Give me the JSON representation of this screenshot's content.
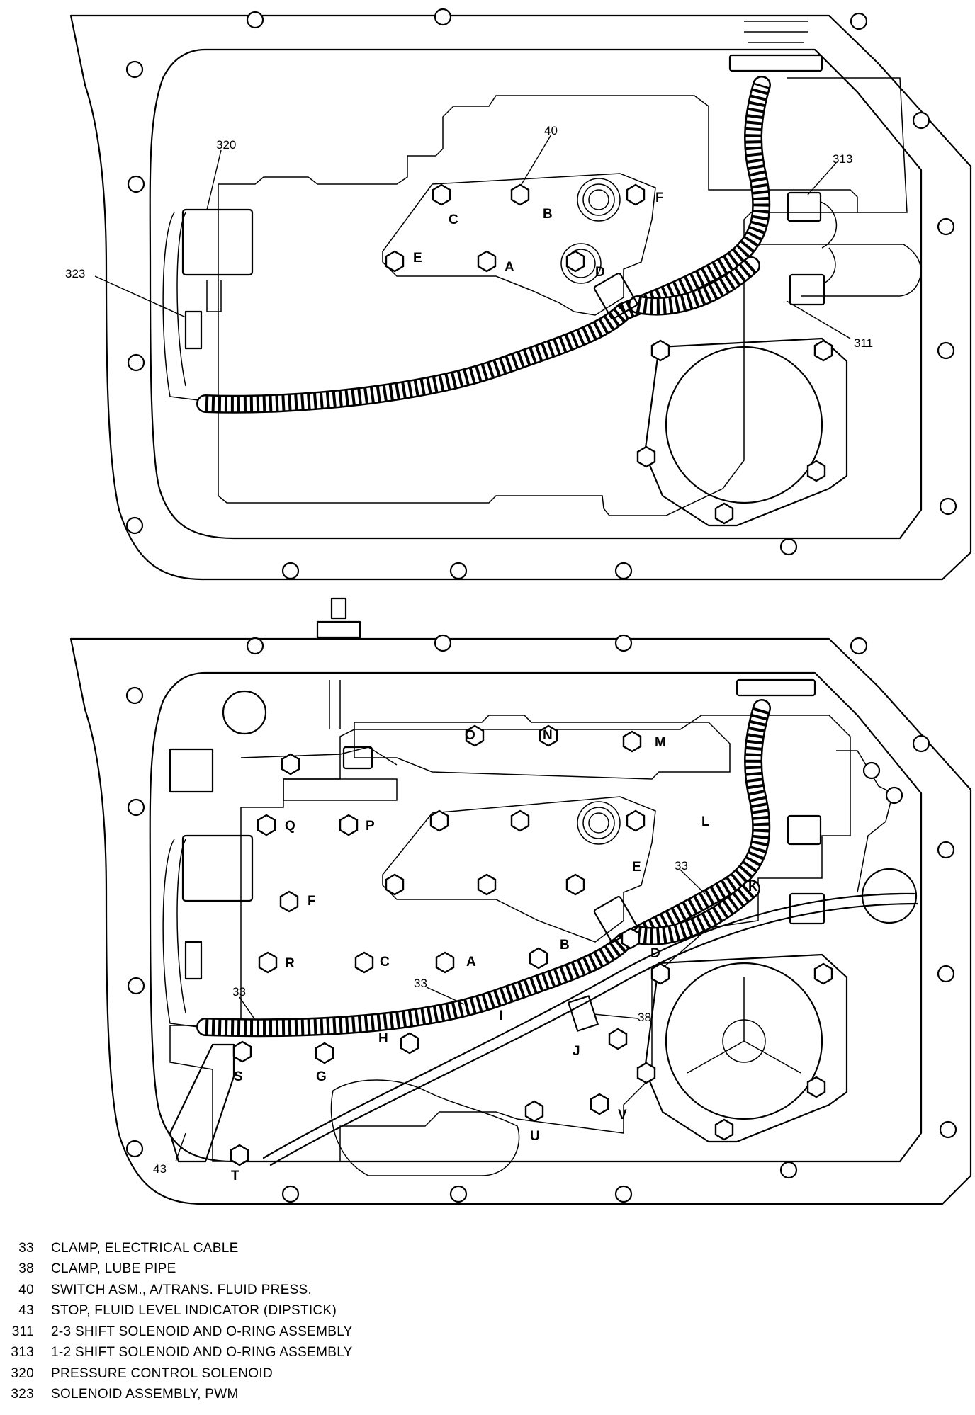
{
  "top_view": {
    "callouts": [
      "320",
      "40",
      "313",
      "323",
      "311"
    ],
    "bolt_labels": [
      "A",
      "B",
      "C",
      "D",
      "E",
      "F"
    ]
  },
  "bottom_view": {
    "callouts": [
      "33",
      "33",
      "33",
      "38",
      "43"
    ],
    "bolt_labels": [
      "A",
      "B",
      "C",
      "D",
      "E",
      "F",
      "G",
      "H",
      "I",
      "J",
      "K",
      "L",
      "M",
      "N",
      "O",
      "P",
      "Q",
      "R",
      "S",
      "T",
      "U",
      "V"
    ]
  },
  "legend": [
    {
      "number": "33",
      "description": "CLAMP, ELECTRICAL CABLE"
    },
    {
      "number": "38",
      "description": "CLAMP, LUBE PIPE"
    },
    {
      "number": "40",
      "description": "SWITCH ASM., A/TRANS. FLUID PRESS."
    },
    {
      "number": "43",
      "description": "STOP, FLUID LEVEL INDICATOR (DIPSTICK)"
    },
    {
      "number": "311",
      "description": "2-3 SHIFT SOLENOID AND O-RING ASSEMBLY"
    },
    {
      "number": "313",
      "description": "1-2 SHIFT SOLENOID AND O-RING ASSEMBLY"
    },
    {
      "number": "320",
      "description": "PRESSURE CONTROL SOLENOID"
    },
    {
      "number": "323",
      "description": "SOLENOID ASSEMBLY, PWM"
    }
  ]
}
